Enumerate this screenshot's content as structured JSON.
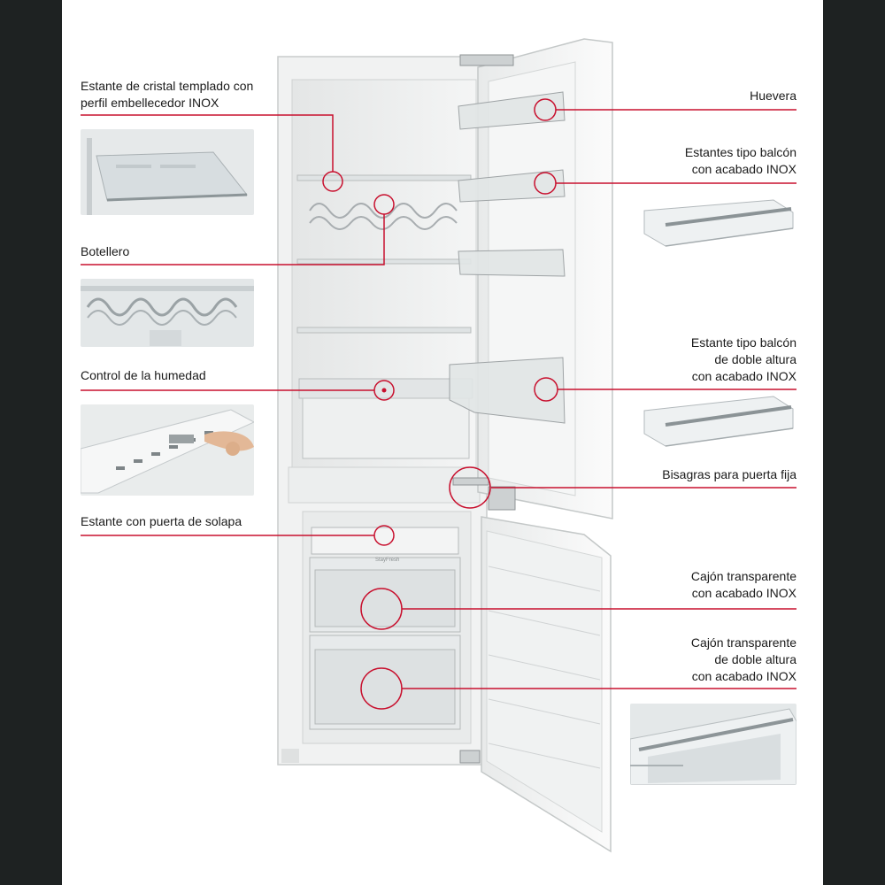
{
  "colors": {
    "background": "#1e2222",
    "panel": "#ffffff",
    "accent": "#c8102e",
    "text": "#1a1a1a"
  },
  "callouts": {
    "left": [
      {
        "lines": [
          "Estante de cristal templado con",
          "perfil embellecedor INOX"
        ]
      },
      {
        "lines": [
          "Botellero"
        ]
      },
      {
        "lines": [
          "Control de la humedad"
        ]
      },
      {
        "lines": [
          "Estante con puerta de solapa"
        ]
      }
    ],
    "right": [
      {
        "lines": [
          "Huevera"
        ]
      },
      {
        "lines": [
          "Estantes tipo balcón",
          "con acabado INOX"
        ]
      },
      {
        "lines": [
          "Estante tipo balcón",
          "de doble altura",
          "con acabado INOX"
        ]
      },
      {
        "lines": [
          "Bisagras para puerta fija"
        ]
      },
      {
        "lines": [
          "Cajón transparente",
          "con acabado INOX"
        ]
      },
      {
        "lines": [
          "Cajón transparente",
          "de doble altura",
          "con acabado INOX"
        ]
      }
    ]
  },
  "product": {
    "drawer_badge": "StayFresh"
  }
}
